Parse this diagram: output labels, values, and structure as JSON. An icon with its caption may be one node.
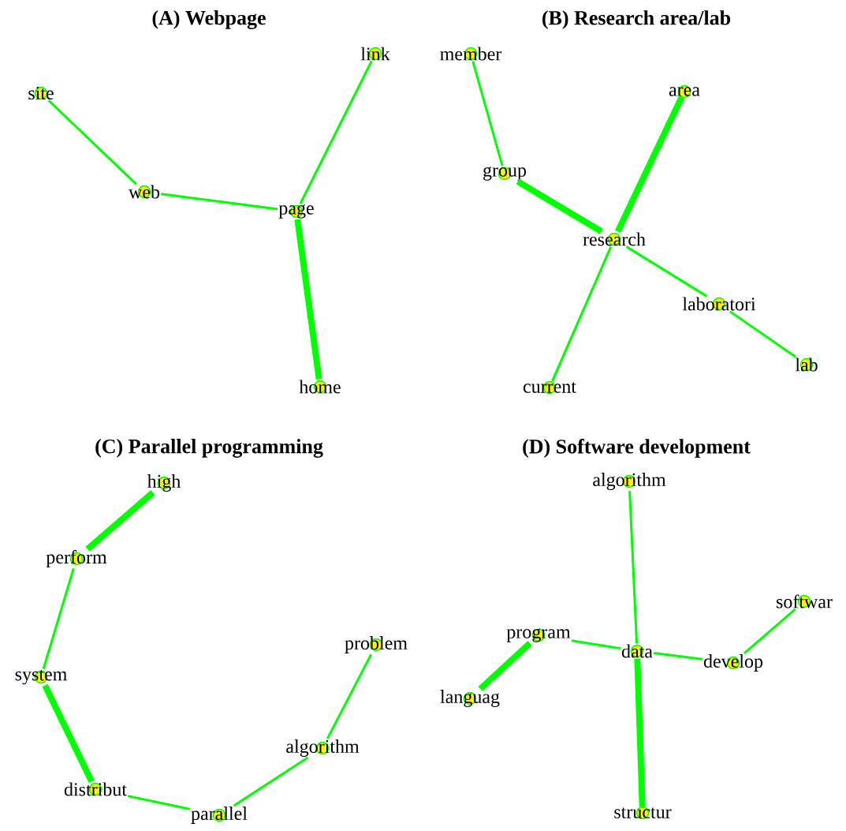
{
  "diagram": {
    "nodes": [
      {
        "text": [
          "site"
        ]
      },
      {
        "text": [
          "web"
        ]
      },
      {
        "text": [
          "page"
        ]
      },
      {
        "text": [
          "link"
        ]
      },
      {
        "text": [
          "home"
        ]
      },
      {
        "text": [
          "member"
        ]
      },
      {
        "text": [
          "group"
        ]
      },
      {
        "text": [
          "area"
        ]
      },
      {
        "text": [
          "research"
        ]
      },
      {
        "text": [
          "laboratori"
        ]
      },
      {
        "text": [
          "lab"
        ]
      },
      {
        "text": [
          "current"
        ]
      },
      {
        "text": [
          "high"
        ]
      },
      {
        "text": [
          "perform"
        ]
      },
      {
        "text": [
          "system"
        ]
      },
      {
        "text": [
          "distribut"
        ]
      },
      {
        "text": [
          "parallel"
        ]
      },
      {
        "text": [
          "algorithm"
        ]
      },
      {
        "text": [
          "problem"
        ]
      },
      {
        "text": [
          "algorithm"
        ]
      },
      {
        "text": [
          "program"
        ]
      },
      {
        "text": [
          "languag"
        ]
      },
      {
        "text": [
          "data"
        ]
      },
      {
        "text": [
          "develop"
        ]
      },
      {
        "text": [
          "softwar"
        ]
      },
      {
        "text": [
          "structur"
        ]
      }
    ],
    "edges": [
      {
        "from": 0,
        "to": 1,
        "arrow": "none"
      },
      {
        "from": 1,
        "to": 2,
        "arrow": "none"
      },
      {
        "from": 2,
        "to": 3,
        "arrow": "none"
      },
      {
        "from": 2,
        "to": 4,
        "arrow": "none",
        "style": "thick"
      },
      {
        "from": 5,
        "to": 6,
        "arrow": "none"
      },
      {
        "from": 6,
        "to": 8,
        "arrow": "none",
        "style": "thick"
      },
      {
        "from": 7,
        "to": 8,
        "arrow": "none",
        "style": "thick"
      },
      {
        "from": 8,
        "to": 9,
        "arrow": "none"
      },
      {
        "from": 9,
        "to": 10,
        "arrow": "none"
      },
      {
        "from": 8,
        "to": 11,
        "arrow": "none"
      },
      {
        "from": 12,
        "to": 13,
        "arrow": "none",
        "style": "thick"
      },
      {
        "from": 13,
        "to": 14,
        "arrow": "none"
      },
      {
        "from": 14,
        "to": 15,
        "arrow": "none",
        "style": "thick"
      },
      {
        "from": 15,
        "to": 16,
        "arrow": "none"
      },
      {
        "from": 16,
        "to": 17,
        "arrow": "none"
      },
      {
        "from": 17,
        "to": 18,
        "arrow": "none"
      },
      {
        "from": 19,
        "to": 22,
        "arrow": "none"
      },
      {
        "from": 20,
        "to": 21,
        "arrow": "none",
        "style": "thick"
      },
      {
        "from": 20,
        "to": 22,
        "arrow": "none"
      },
      {
        "from": 22,
        "to": 23,
        "arrow": "none"
      },
      {
        "from": 23,
        "to": 24,
        "arrow": "none"
      },
      {
        "from": 22,
        "to": 25,
        "arrow": "none",
        "style": "thick"
      }
    ],
    "labels": [
      "(A) Webpage",
      "(B) Research area/lab",
      "(C) Parallel programming",
      "(D) Software development"
    ]
  }
}
